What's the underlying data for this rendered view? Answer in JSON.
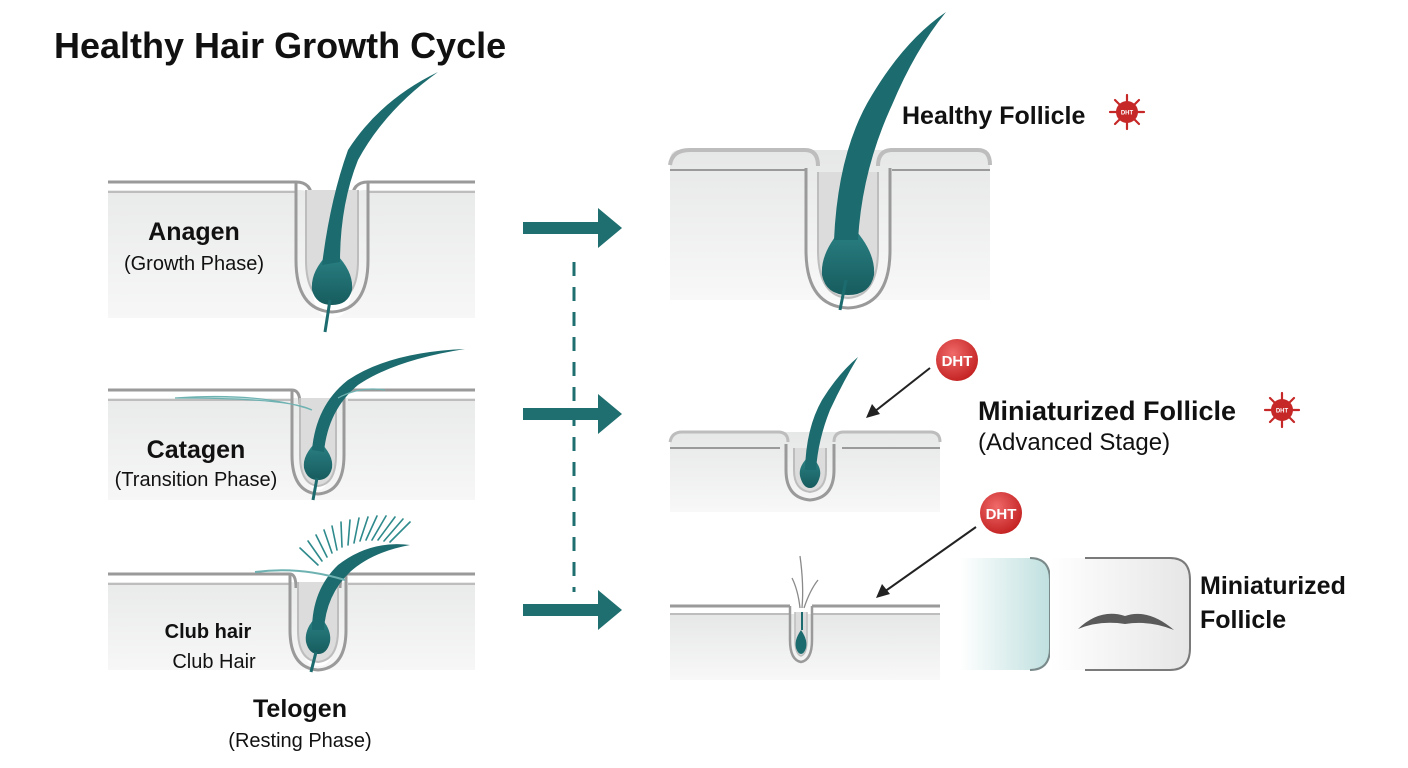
{
  "title": "Healthy Hair Growth Cycle",
  "phases": [
    {
      "name": "Anagen",
      "description": "(Growth Phase)"
    },
    {
      "name": "Catagen",
      "description": "(Transition Phase)"
    },
    {
      "name": "Telogen",
      "description": "(Resting Phase)"
    }
  ],
  "club_hair": {
    "line1": "Club hair",
    "line2": "Club Hair"
  },
  "right": {
    "healthy": {
      "label": "Healthy Follicle",
      "badge": "DHT"
    },
    "miniaturized_advanced": {
      "label": "Miniaturized Follicle",
      "sub": "(Advanced Stage)",
      "badge": "DHT"
    },
    "miniaturized": {
      "line1": "Miniaturized",
      "line2": "Follicle"
    }
  },
  "dht_badges": [
    "DHT",
    "DHT"
  ],
  "colors": {
    "hair": "#1c6b6e",
    "hair_light": "#2e8a8c",
    "arrow": "#1f6f70",
    "skin": "#eceded",
    "skin_line": "#9a9a9a",
    "dht_red": "#d62e2e"
  }
}
